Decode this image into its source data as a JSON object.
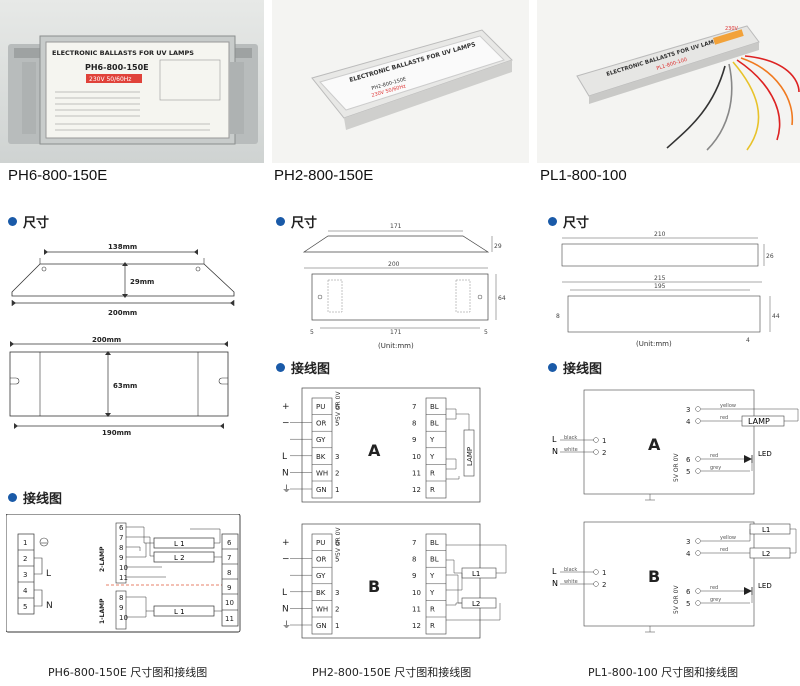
{
  "products": [
    {
      "model": "PH6-800-150E",
      "caption": "PH6-800-150E 尺寸图和接线图"
    },
    {
      "model": "PH2-800-150E",
      "caption": "PH2-800-150E 尺寸图和接线图"
    },
    {
      "model": "PL1-800-100",
      "caption": "PL1-800-100 尺寸图和接线图"
    }
  ],
  "sections": {
    "dimensions": "尺寸",
    "wiring": "接线图"
  },
  "photos": {
    "ph6": {
      "brand": "ELECTRONIC BALLASTS FOR UV LAMPS",
      "model": "PH6-800-150E",
      "voltage": "230V 50/60Hz",
      "specs": [
        "MAX INPUT CURRENT",
        "LAMP POWER",
        "LAMP CURRENT",
        "CIRCUIT ISOLATION",
        "AMBIENT TEMPERATURE"
      ]
    },
    "ph2": {
      "brand": "ELECTRONIC BALLASTS FOR UV LAMPS",
      "model": "PH2-800-150E",
      "voltage": "230V 50/60Hz"
    },
    "pl1": {
      "brand": "ELECTRONIC BALLASTS FOR UV LAMPS",
      "model": "PL1-800-100",
      "voltage": "230V"
    }
  },
  "ph6_dims": {
    "top_width": "138mm",
    "height": "29mm",
    "bottom_width": "200mm",
    "length": "200mm",
    "width": "63mm",
    "hole_spacing": "190mm"
  },
  "ph2_dims": {
    "top": "171",
    "height_top": "29",
    "length": "200",
    "height": "64",
    "hole_spacing": "171",
    "left": "5",
    "right": "5",
    "unit": "(Unit:mm)"
  },
  "pl1_dims": {
    "top": "210",
    "height_top": "26",
    "length": "215",
    "inner": "195",
    "height": "44",
    "left": "8",
    "right": "4",
    "unit": "(Unit:mm)"
  },
  "ph6_wiring": {
    "left_terms": [
      "1",
      "2",
      "3",
      "4",
      "5"
    ],
    "L": "L",
    "N": "N",
    "lamp2": "2-LAMP",
    "lamp1": "1-LAMP",
    "inner_terms": [
      "6",
      "7",
      "8",
      "9",
      "10",
      "11"
    ],
    "right_terms": [
      "6",
      "7",
      "8",
      "9",
      "10",
      "11"
    ],
    "l1": "L 1",
    "l2": "L 2",
    "l1b": "L 1"
  },
  "ph2_wiring": {
    "left_labels": [
      "PU",
      "OR",
      "GY",
      "BK",
      "WH",
      "GN"
    ],
    "left_nums": [
      "6",
      "5",
      "",
      "3",
      "2",
      "1"
    ],
    "side_symbols": [
      "+",
      "−",
      "",
      "L",
      "N",
      "⏚"
    ],
    "voltage": "5V OR 0V",
    "right_labels": [
      "BL",
      "BL",
      "Y",
      "Y",
      "R",
      "R"
    ],
    "right_nums": [
      "7",
      "8",
      "9",
      "10",
      "11",
      "12"
    ],
    "diagram_a": "A",
    "diagram_b": "B",
    "lamp": "LAMP",
    "l1": "L1",
    "l2": "L2"
  },
  "pl1_wiring": {
    "a": {
      "letter": "A",
      "left": [
        {
          "wire": "black",
          "side": "L",
          "num": "1"
        },
        {
          "wire": "white",
          "side": "N",
          "num": "2"
        }
      ],
      "right": [
        {
          "num": "3",
          "wire": "yellow"
        },
        {
          "num": "4",
          "wire": "red"
        },
        {
          "num": "6",
          "wire": "red"
        },
        {
          "num": "5",
          "wire": "grey"
        }
      ],
      "lamp": "LAMP",
      "led": "LED",
      "voltage": "5V OR 0V"
    },
    "b": {
      "letter": "B",
      "left": [
        {
          "wire": "black",
          "side": "L",
          "num": "1"
        },
        {
          "wire": "white",
          "side": "N",
          "num": "2"
        }
      ],
      "right": [
        {
          "num": "3",
          "wire": "yellow"
        },
        {
          "num": "4",
          "wire": "red"
        },
        {
          "num": "6",
          "wire": "red"
        },
        {
          "num": "5",
          "wire": "grey"
        }
      ],
      "l1": "L1",
      "l2": "L2",
      "led": "LED",
      "voltage": "5V OR 0V"
    }
  }
}
